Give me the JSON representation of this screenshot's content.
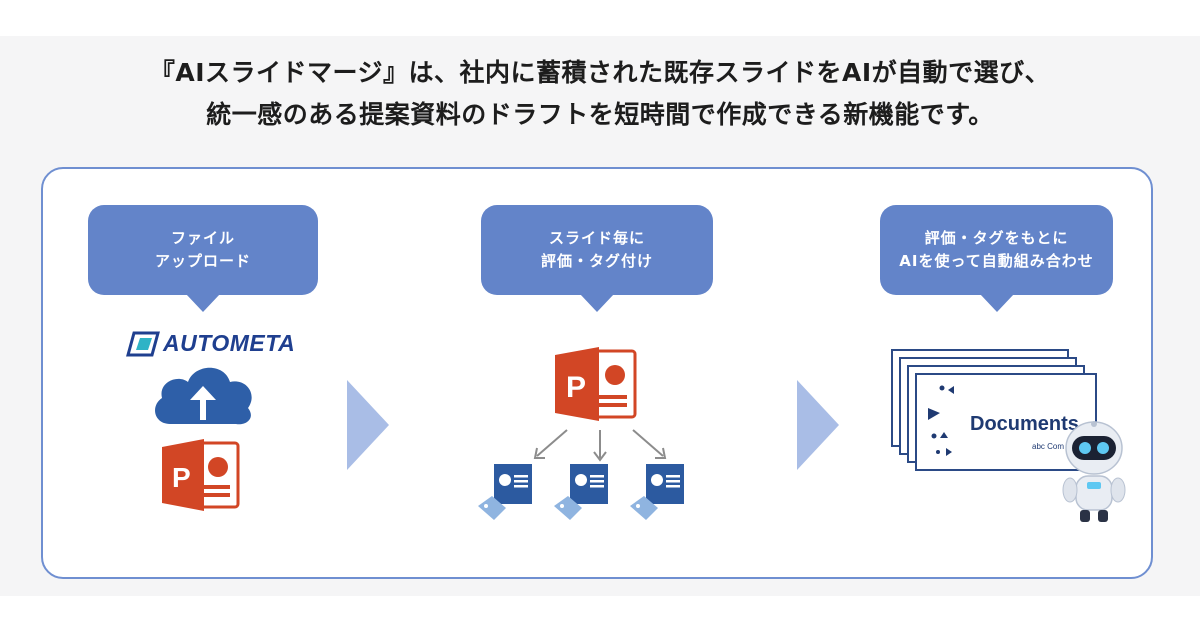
{
  "headline": {
    "line1": "『AIスライドマージ』は、社内に蓄積された既存スライドをAIが自動で選び、",
    "line2": "統一感のある提案資料のドラフトを短時間で作成できる新機能です。"
  },
  "steps": [
    {
      "line1": "ファイル",
      "line2": "アップロード"
    },
    {
      "line1": "スライド毎に",
      "line2": "評価・タグ付け"
    },
    {
      "line1": "評価・タグをもとに",
      "line2": "AIを使って自動組み合わせ"
    }
  ],
  "logo": {
    "text": "AUTOMETA"
  },
  "document": {
    "title": "Documents",
    "subtitle": "abc Com"
  },
  "colors": {
    "bubble": "#6384c9",
    "panel_border": "#6f8fd1",
    "chevron": "#a9bde6",
    "powerpoint_red": "#d24625",
    "cloud_blue": "#2e5fa8",
    "slide_blue": "#2c5aa0"
  },
  "icons": [
    "automata-logo-icon",
    "cloud-upload-icon",
    "powerpoint-icon",
    "slide-card-icon",
    "tag-icon",
    "arrow-down-icon",
    "chevron-right-icon",
    "document-stack-icon",
    "robot-icon"
  ]
}
